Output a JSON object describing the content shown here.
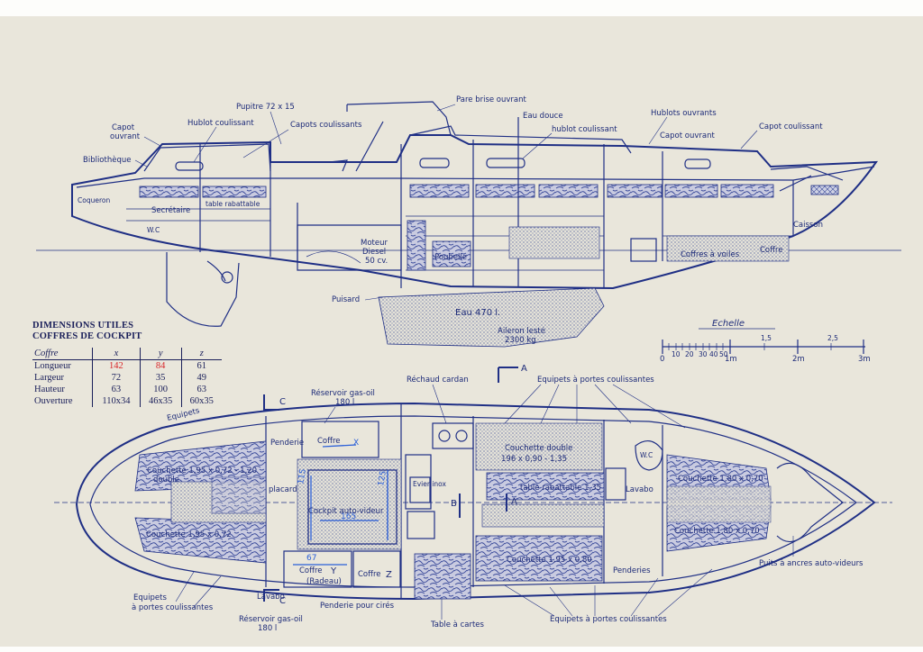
{
  "top_labels": {
    "pupitre": "Pupitre 72 x 15",
    "pare_brise": "Pare brise ouvrant",
    "eau_douce": "Eau douce",
    "hublot_coulissant_mid": "hublot coulissant",
    "hublots_ouvrants": "Hublots ouvrants",
    "capot_ouvrant_mid": "Capot ouvrant",
    "capot_coulissant_right": "Capot coulissant",
    "capot_ouvrant_left_1": "Capot",
    "capot_ouvrant_left_2": "ouvrant",
    "hublot_coulissant_left": "Hublot coulissant",
    "capots_coulissants": "Capots coulissants",
    "bibliotheque": "Bibliothèque",
    "coqueron": "Coqueron",
    "secretaire": "Secrétaire",
    "table_rabattable": "table rabattable",
    "wc": "W.C",
    "moteur_1": "Moteur",
    "moteur_2": "Diesel",
    "moteur_3": "50 cv.",
    "poubelle": "Poubelle",
    "puisard": "Puisard",
    "eau": "Eau 470 l.",
    "aileron_1": "Aileron lesté",
    "aileron_2": "2300 kg",
    "caisson": "Caisson",
    "coffres_voiles": "Coffres à voiles",
    "coffre": "Coffre"
  },
  "scale": {
    "title": "Echelle",
    "ticks": [
      "0",
      "1m",
      "2m",
      "3m"
    ],
    "minor": [
      "10",
      "20",
      "30",
      "40",
      "50",
      "1,5",
      "2,5"
    ]
  },
  "dimensions": {
    "title_1": "DIMENSIONS UTILES",
    "title_2": "COFFRES DE COCKPIT",
    "headers": [
      "Coffre",
      "x",
      "y",
      "z"
    ],
    "rows": [
      {
        "label": "Longueur",
        "x": "142",
        "y": "84",
        "z": "61"
      },
      {
        "label": "Largeur",
        "x": "72",
        "y": "35",
        "z": "49"
      },
      {
        "label": "Hauteur",
        "x": "63",
        "y": "100",
        "z": "63"
      },
      {
        "label": "Ouverture",
        "x": "110x34",
        "y": "46x35",
        "z": "60x35"
      }
    ]
  },
  "plan_labels": {
    "reservoir_top_1": "Réservoir gas-oil",
    "reservoir_top_2": "180 l",
    "rechaud": "Réchaud cardan",
    "equipets_portes_top": "Equipets à portes coulissantes",
    "equipets_left": "Equipets",
    "penderie": "Penderie",
    "coffre_x": "Coffre",
    "coffre_x_letter": "X",
    "couchette_double_left_1": "Couchette 1,95 x 0,72 - 1,20",
    "couchette_double_left_2": "double",
    "placard": "placard",
    "cockpit": "Cockpit auto-videur",
    "evier": "Evier inox",
    "couchette_double_mid_1": "Couchette double",
    "couchette_double_mid_2": "196 x 0,90 - 1,35",
    "table_rabattable_plan": "table rabattable 1,35",
    "wc_plan": "W.C",
    "lavabo_right": "Lavabo",
    "couchette_right_top": "Couchette 1,80 x 0,70",
    "couchette_right_bottom": "Couchette 1,80 x 0,70",
    "couchette_left_bottom": "Couchette 1,95 x 0,72",
    "coffre_y": "Coffre",
    "coffre_y_letter": "Y",
    "radeau": "(Radeau)",
    "coffre_z": "Coffre",
    "coffre_z_letter": "Z",
    "couchette_mid_bottom": "Couchette 1,95 x 0,80",
    "penderies": "Penderies",
    "puits": "Puits à ancres auto-videurs",
    "equipets_left_bottom_1": "Equipets",
    "equipets_left_bottom_2": "à portes coulissantes",
    "lavabo_left": "Lavabo",
    "reservoir_bottom_1": "Réservoir gas-oil",
    "reservoir_bottom_2": "180 l",
    "penderie_cires": "Penderie pour cirés",
    "table_cartes": "Table à cartes",
    "equipets_portes_bottom": "Equipets à portes coulissantes",
    "section_a_top": "A",
    "section_a_mid": "A",
    "section_b": "B",
    "section_c_top": "C",
    "section_c_bottom": "C"
  },
  "annotations_blue": [
    "67",
    "115",
    "165",
    "125"
  ]
}
